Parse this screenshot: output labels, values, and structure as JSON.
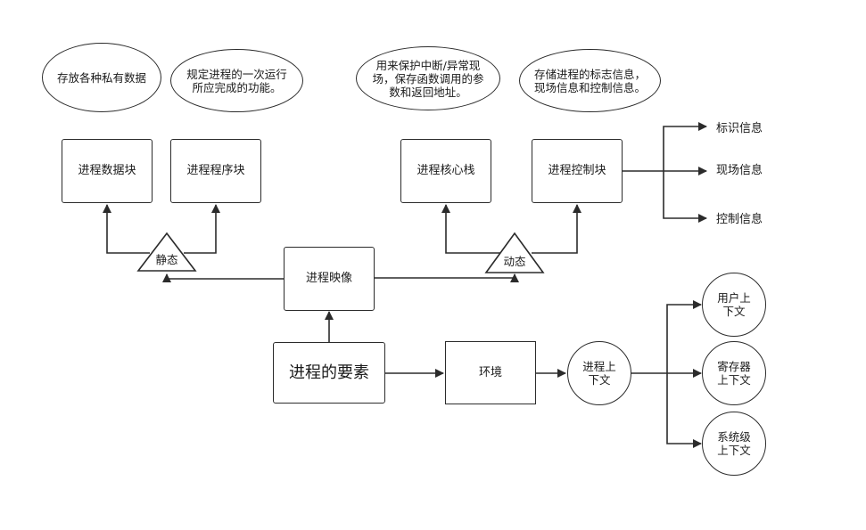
{
  "nodes": {
    "core": "进程的要素",
    "image": "进程映像",
    "env": "环境",
    "context": "进程上\n下文",
    "data_block": "进程数据块",
    "program_block": "进程程序块",
    "kernel_stack": "进程核心栈",
    "control_block": "进程控制块",
    "static_tri": "静态",
    "dynamic_tri": "动态",
    "user_ctx": "用户上\n下文",
    "reg_ctx": "寄存器\n上下文",
    "sys_ctx": "系统级\n上下文"
  },
  "notes": {
    "data_note": "存放各种私有数据",
    "program_note": "规定进程的一次运行\n所应完成的功能。",
    "stack_note": "用来保护中断/异常现\n场，保存函数调用的参\n数和返回地址。",
    "control_note": "存储进程的标志信息，\n现场信息和控制信息。"
  },
  "pcb_items": {
    "id_info": "标识信息",
    "scene_info": "现场信息",
    "ctrl_info": "控制信息"
  }
}
